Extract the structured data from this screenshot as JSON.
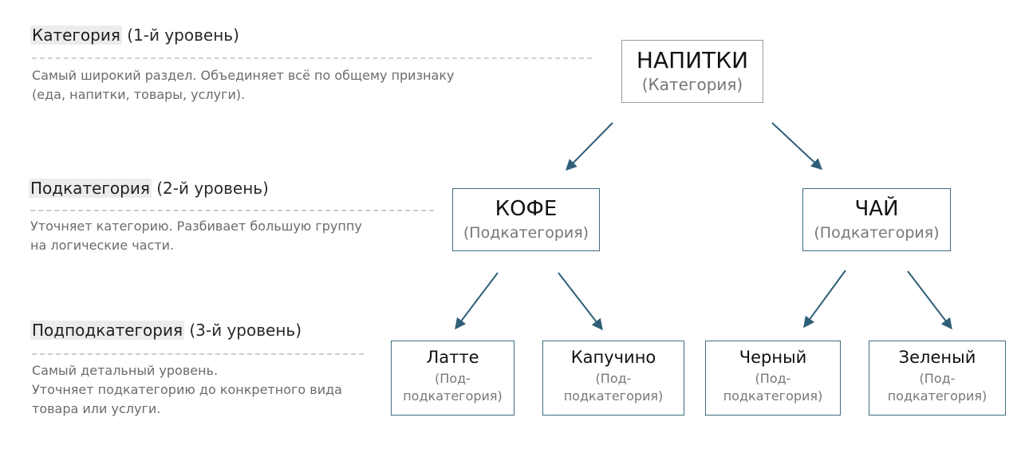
{
  "levels": [
    {
      "name": "Категория",
      "suffix": " (1-й уровень)",
      "desc": [
        "Самый широкий раздел. Объединяет всё по общему признаку",
        "(еда, напитки, товары, услуги)."
      ]
    },
    {
      "name": "Подкатегория",
      "suffix": " (2-й уровень)",
      "desc": [
        "Уточняет категорию. Разбивает большую группу",
        "на логические части."
      ]
    },
    {
      "name": "Подподкатегория",
      "suffix": " (3-й уровень)",
      "desc": [
        "Самый детальный уровень.",
        "Уточняет подкатегорию до конкретного вида",
        "товара или услуги."
      ]
    }
  ],
  "tree": {
    "root": {
      "title": "НАПИТКИ",
      "sub": "(Категория)"
    },
    "subcategories": [
      {
        "title": "КОФЕ",
        "sub": "(Подкатегория)"
      },
      {
        "title": "ЧАЙ",
        "sub": "(Подкатегория)"
      }
    ],
    "leaves": [
      {
        "title": "Латте",
        "sub": "(Под-подкатегория)"
      },
      {
        "title": "Капучино",
        "sub": "(Под-подкатегория)"
      },
      {
        "title": "Черный",
        "sub": "(Под-подкатегория)"
      },
      {
        "title": "Зеленый",
        "sub": "(Под-подкатегория)"
      }
    ]
  },
  "colors": {
    "arrow": "#2f5f78",
    "node_border": "#3f6c80",
    "root_border": "#9a9a9a",
    "label_highlight": "#ececec"
  }
}
